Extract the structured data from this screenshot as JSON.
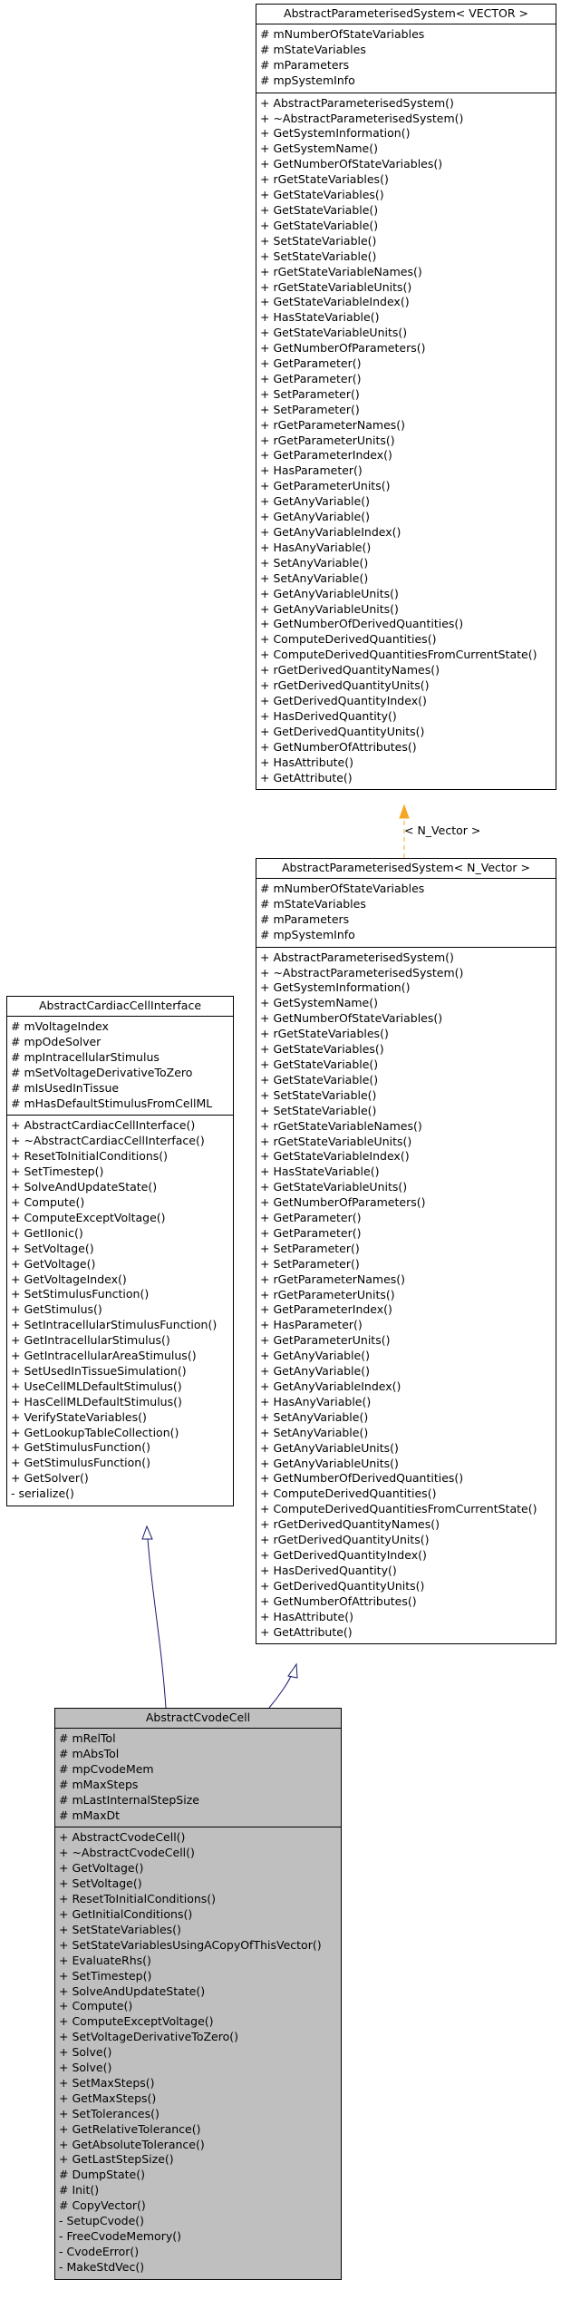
{
  "classes": {
    "vector": {
      "title": "AbstractParameterisedSystem< VECTOR >",
      "attributes": [
        "# mNumberOfStateVariables",
        "# mStateVariables",
        "# mParameters",
        "# mpSystemInfo"
      ],
      "methods": [
        "+ AbstractParameterisedSystem()",
        "+ ~AbstractParameterisedSystem()",
        "+ GetSystemInformation()",
        "+ GetSystemName()",
        "+ GetNumberOfStateVariables()",
        "+ rGetStateVariables()",
        "+ GetStateVariables()",
        "+ GetStateVariable()",
        "+ GetStateVariable()",
        "+ SetStateVariable()",
        "+ SetStateVariable()",
        "+ rGetStateVariableNames()",
        "+ rGetStateVariableUnits()",
        "+ GetStateVariableIndex()",
        "+ HasStateVariable()",
        "+ GetStateVariableUnits()",
        "+ GetNumberOfParameters()",
        "+ GetParameter()",
        "+ GetParameter()",
        "+ SetParameter()",
        "+ SetParameter()",
        "+ rGetParameterNames()",
        "+ rGetParameterUnits()",
        "+ GetParameterIndex()",
        "+ HasParameter()",
        "+ GetParameterUnits()",
        "+ GetAnyVariable()",
        "+ GetAnyVariable()",
        "+ GetAnyVariableIndex()",
        "+ HasAnyVariable()",
        "+ SetAnyVariable()",
        "+ SetAnyVariable()",
        "+ GetAnyVariableUnits()",
        "+ GetAnyVariableUnits()",
        "+ GetNumberOfDerivedQuantities()",
        "+ ComputeDerivedQuantities()",
        "+ ComputeDerivedQuantitiesFromCurrentState()",
        "+ rGetDerivedQuantityNames()",
        "+ rGetDerivedQuantityUnits()",
        "+ GetDerivedQuantityIndex()",
        "+ HasDerivedQuantity()",
        "+ GetDerivedQuantityUnits()",
        "+ GetNumberOfAttributes()",
        "+ HasAttribute()",
        "+ GetAttribute()"
      ]
    },
    "nvector": {
      "title": "AbstractParameterisedSystem< N_Vector >",
      "attributes": [
        "# mNumberOfStateVariables",
        "# mStateVariables",
        "# mParameters",
        "# mpSystemInfo"
      ],
      "methods": [
        "+ AbstractParameterisedSystem()",
        "+ ~AbstractParameterisedSystem()",
        "+ GetSystemInformation()",
        "+ GetSystemName()",
        "+ GetNumberOfStateVariables()",
        "+ rGetStateVariables()",
        "+ GetStateVariables()",
        "+ GetStateVariable()",
        "+ GetStateVariable()",
        "+ SetStateVariable()",
        "+ SetStateVariable()",
        "+ rGetStateVariableNames()",
        "+ rGetStateVariableUnits()",
        "+ GetStateVariableIndex()",
        "+ HasStateVariable()",
        "+ GetStateVariableUnits()",
        "+ GetNumberOfParameters()",
        "+ GetParameter()",
        "+ GetParameter()",
        "+ SetParameter()",
        "+ SetParameter()",
        "+ rGetParameterNames()",
        "+ rGetParameterUnits()",
        "+ GetParameterIndex()",
        "+ HasParameter()",
        "+ GetParameterUnits()",
        "+ GetAnyVariable()",
        "+ GetAnyVariable()",
        "+ GetAnyVariableIndex()",
        "+ HasAnyVariable()",
        "+ SetAnyVariable()",
        "+ SetAnyVariable()",
        "+ GetAnyVariableUnits()",
        "+ GetAnyVariableUnits()",
        "+ GetNumberOfDerivedQuantities()",
        "+ ComputeDerivedQuantities()",
        "+ ComputeDerivedQuantitiesFromCurrentState()",
        "+ rGetDerivedQuantityNames()",
        "+ rGetDerivedQuantityUnits()",
        "+ GetDerivedQuantityIndex()",
        "+ HasDerivedQuantity()",
        "+ GetDerivedQuantityUnits()",
        "+ GetNumberOfAttributes()",
        "+ HasAttribute()",
        "+ GetAttribute()"
      ]
    },
    "cardiac": {
      "title": "AbstractCardiacCellInterface",
      "attributes": [
        "# mVoltageIndex",
        "# mpOdeSolver",
        "# mpIntracellularStimulus",
        "# mSetVoltageDerivativeToZero",
        "# mIsUsedInTissue",
        "# mHasDefaultStimulusFromCellML"
      ],
      "methods": [
        "+ AbstractCardiacCellInterface()",
        "+ ~AbstractCardiacCellInterface()",
        "+ ResetToInitialConditions()",
        "+ SetTimestep()",
        "+ SolveAndUpdateState()",
        "+ Compute()",
        "+ ComputeExceptVoltage()",
        "+ GetIIonic()",
        "+ SetVoltage()",
        "+ GetVoltage()",
        "+ GetVoltageIndex()",
        "+ SetStimulusFunction()",
        "+ GetStimulus()",
        "+ SetIntracellularStimulusFunction()",
        "+ GetIntracellularStimulus()",
        "+ GetIntracellularAreaStimulus()",
        "+ SetUsedInTissueSimulation()",
        "+ UseCellMLDefaultStimulus()",
        "+ HasCellMLDefaultStimulus()",
        "+ VerifyStateVariables()",
        "+ GetLookupTableCollection()",
        "+ GetStimulusFunction()",
        "+ GetStimulusFunction()",
        "+ GetSolver()",
        "- serialize()"
      ]
    },
    "cvode": {
      "title": "AbstractCvodeCell",
      "attributes": [
        "# mRelTol",
        "# mAbsTol",
        "# mpCvodeMem",
        "# mMaxSteps",
        "# mLastInternalStepSize",
        "# mMaxDt"
      ],
      "methods": [
        "+ AbstractCvodeCell()",
        "+ ~AbstractCvodeCell()",
        "+ GetVoltage()",
        "+ SetVoltage()",
        "+ ResetToInitialConditions()",
        "+ GetInitialConditions()",
        "+ SetStateVariables()",
        "+ SetStateVariablesUsingACopyOfThisVector()",
        "+ EvaluateRhs()",
        "+ SetTimestep()",
        "+ SolveAndUpdateState()",
        "+ Compute()",
        "+ ComputeExceptVoltage()",
        "+ SetVoltageDerivativeToZero()",
        "+ Solve()",
        "+ Solve()",
        "+ SetMaxSteps()",
        "+ GetMaxSteps()",
        "+ SetTolerances()",
        "+ GetRelativeTolerance()",
        "+ GetAbsoluteTolerance()",
        "+ GetLastStepSize()",
        "# DumpState()",
        "# Init()",
        "# CopyVector()",
        "- SetupCvode()",
        "- FreeCvodeMemory()",
        "- CvodeError()",
        "- MakeStdVec()"
      ]
    }
  },
  "edges": {
    "template_label": "< N_Vector >"
  },
  "colors": {
    "template_edge": "#f5a623",
    "inherit_edge": "#191970",
    "highlight_fill": "#bfbfbf"
  }
}
